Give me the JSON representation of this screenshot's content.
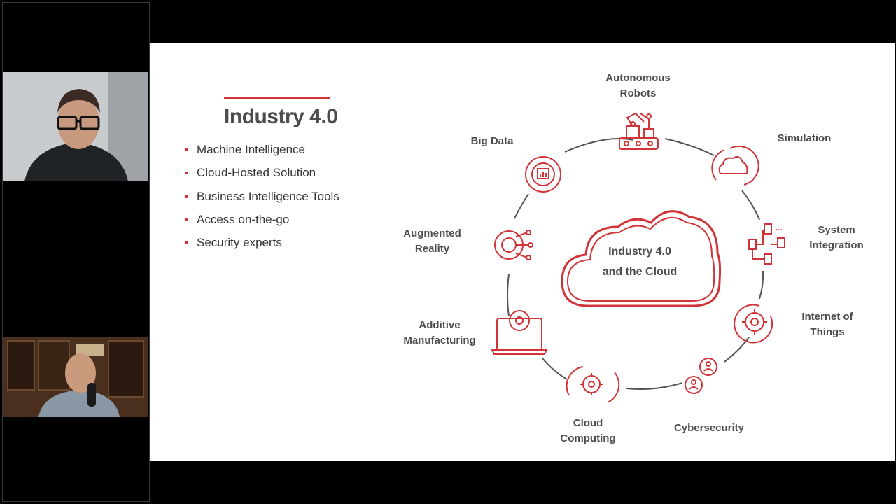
{
  "slide": {
    "title": "Industry 4.0",
    "bullets": [
      "Machine Intelligence",
      "Cloud-Hosted Solution",
      "Business Intelligence Tools",
      "Access on-the-go",
      "Security experts"
    ]
  },
  "diagram": {
    "center_line1": "Industry 4.0",
    "center_line2": "and the Cloud",
    "nodes": {
      "autonomous_robots": [
        "Autonomous",
        "Robots"
      ],
      "simulation": [
        "Simulation"
      ],
      "system_integration": [
        "System",
        "Integration"
      ],
      "internet_of_things": [
        "Internet of",
        "Things"
      ],
      "cybersecurity": [
        "Cybersecurity"
      ],
      "cloud_computing": [
        "Cloud",
        "Computing"
      ],
      "additive_manufacturing": [
        "Additive",
        "Manufacturing"
      ],
      "augmented_reality": [
        "Augmented",
        "Reality"
      ],
      "big_data": [
        "Big Data"
      ]
    }
  },
  "colors": {
    "accent": "#d13438",
    "ring": "#555555",
    "text": "#4d4d4d"
  }
}
